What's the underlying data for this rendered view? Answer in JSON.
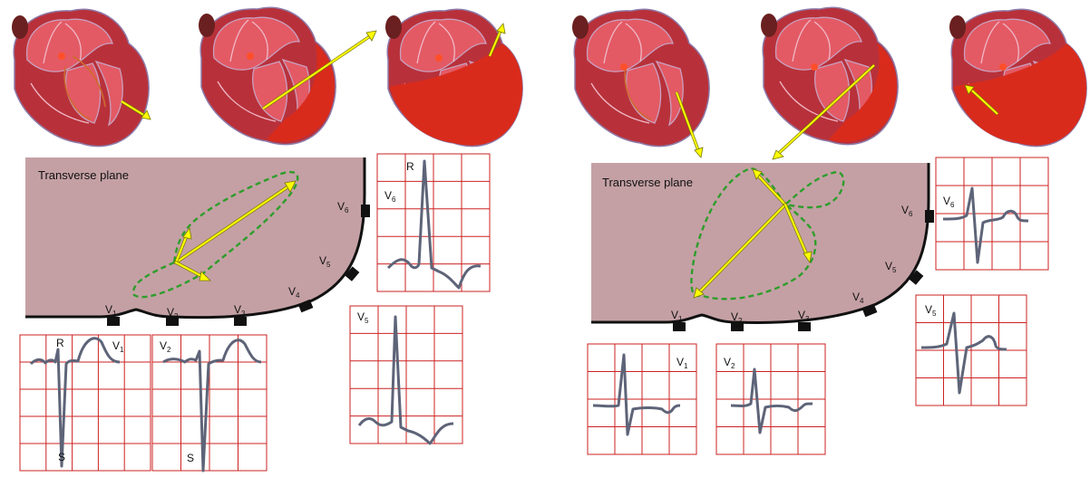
{
  "colors": {
    "heart_outer": "#b8313a",
    "heart_fill": "#d92b1c",
    "heart_inner": "#e35a64",
    "plane": "#c4a0a4",
    "loop": "#2e9d2b",
    "vector": "#ffff00",
    "vector_edge": "#777700",
    "grid": "#cc2222",
    "trace": "#5e6478",
    "electrode": "#111111"
  },
  "icons": [
    "heart-icon",
    "electrode-marker"
  ],
  "left": {
    "plane_label": "Transverse plane",
    "electrodes": [
      {
        "name": "V",
        "sub": "1"
      },
      {
        "name": "V",
        "sub": "2"
      },
      {
        "name": "V",
        "sub": "3"
      },
      {
        "name": "V",
        "sub": "4"
      },
      {
        "name": "V",
        "sub": "5"
      },
      {
        "name": "V",
        "sub": "6"
      }
    ],
    "ecg": {
      "v1": {
        "lead": "V",
        "sub": "1",
        "top_label": "R",
        "bottom_label": "S"
      },
      "v2": {
        "lead": "V",
        "sub": "2",
        "bottom_label": "S"
      },
      "v5": {
        "lead": "V",
        "sub": "5"
      },
      "v6": {
        "lead": "V",
        "sub": "6",
        "top_label": "R"
      }
    }
  },
  "right": {
    "plane_label": "Transverse plane",
    "electrodes": [
      {
        "name": "V",
        "sub": "1"
      },
      {
        "name": "V",
        "sub": "2"
      },
      {
        "name": "V",
        "sub": "3"
      },
      {
        "name": "V",
        "sub": "4"
      },
      {
        "name": "V",
        "sub": "5"
      },
      {
        "name": "V",
        "sub": "6"
      }
    ],
    "ecg": {
      "v1": {
        "lead": "V",
        "sub": "1"
      },
      "v2": {
        "lead": "V",
        "sub": "2"
      },
      "v5": {
        "lead": "V",
        "sub": "5"
      },
      "v6": {
        "lead": "V",
        "sub": "6"
      }
    }
  }
}
